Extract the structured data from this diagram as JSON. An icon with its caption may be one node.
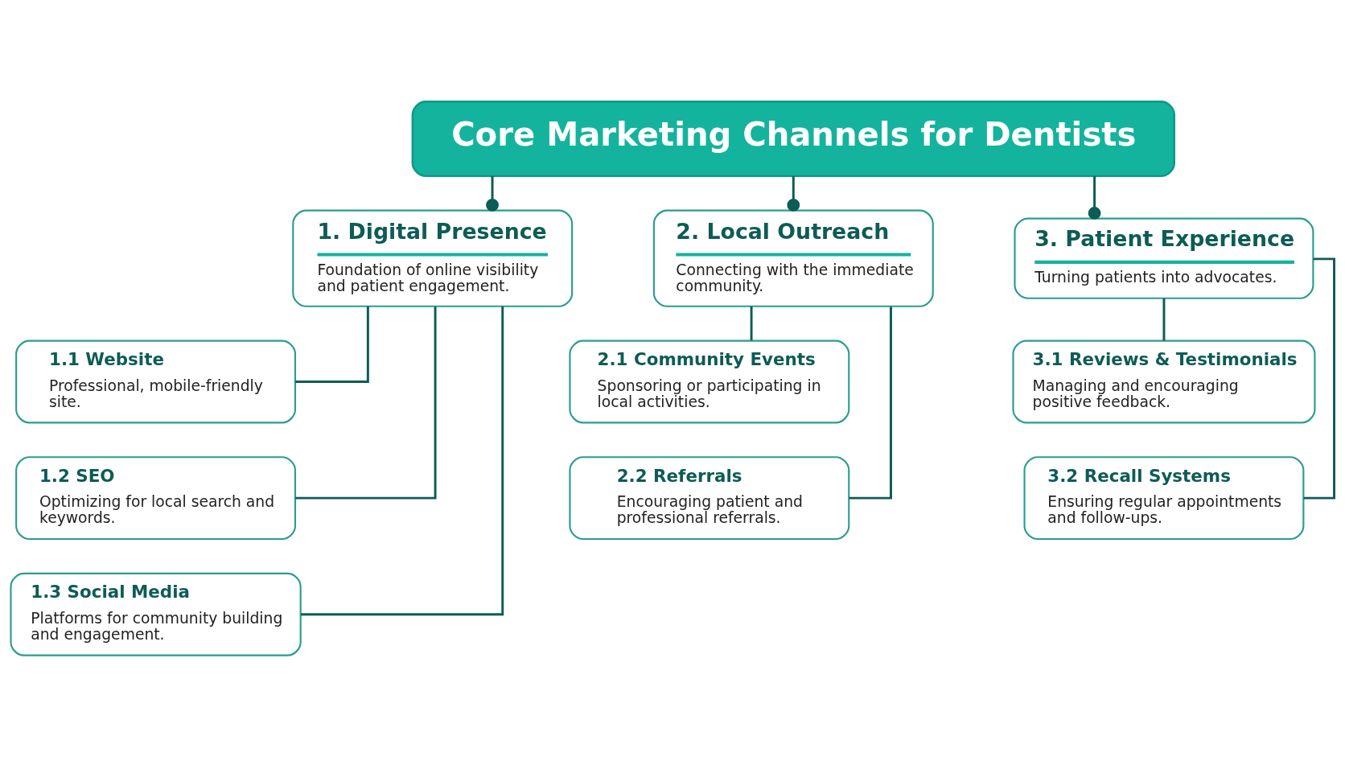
{
  "diagram": {
    "nodes": [
      {
        "text": [
          "Core Marketing Channels for Dentists"
        ]
      },
      {
        "text": [
          "1. Digital Presence",
          "Foundation of online visibility and patient engagement."
        ]
      },
      {
        "text": [
          "1.1 Website",
          "Professional, mobile-friendly site."
        ]
      },
      {
        "text": [
          "1.2 SEO",
          "Optimizing for local search and keywords."
        ]
      },
      {
        "text": [
          "1.3 Social Media",
          "Platforms for community building and engagement."
        ]
      },
      {
        "text": [
          "2. Local Outreach",
          "Connecting with the immediate community."
        ]
      },
      {
        "text": [
          "2.1 Community Events",
          "Sponsoring or participating in local activities."
        ]
      },
      {
        "text": [
          "2.2 Referrals",
          "Encouraging patient and professional referrals."
        ]
      },
      {
        "text": [
          "3. Patient Experience",
          "Turning patients into advocates."
        ]
      },
      {
        "text": [
          "3.1 Reviews & Testimonials",
          "Managing and encouraging positive feedback."
        ]
      },
      {
        "text": [
          "3.2 Recall Systems",
          "Ensuring regular appointments and follow-ups."
        ]
      }
    ],
    "edges": [
      {
        "from": 0,
        "to": 1,
        "arrow": "other"
      },
      {
        "from": 0,
        "to": 5,
        "arrow": "other"
      },
      {
        "from": 0,
        "to": 8,
        "arrow": "other"
      },
      {
        "from": 1,
        "to": 2,
        "arrow": "none"
      },
      {
        "from": 1,
        "to": 3,
        "arrow": "none"
      },
      {
        "from": 1,
        "to": 4,
        "arrow": "none"
      },
      {
        "from": 5,
        "to": 6,
        "arrow": "none"
      },
      {
        "from": 5,
        "to": 7,
        "arrow": "none"
      },
      {
        "from": 8,
        "to": 9,
        "arrow": "none"
      },
      {
        "from": 8,
        "to": 10,
        "arrow": "none"
      }
    ]
  }
}
